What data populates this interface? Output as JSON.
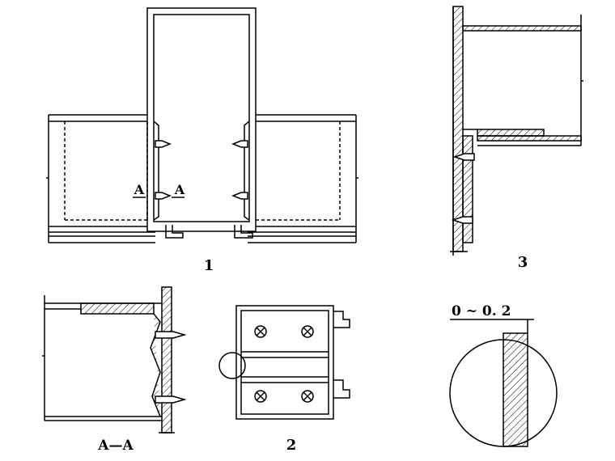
{
  "labels": {
    "figure_1": "1",
    "figure_2": "2",
    "figure_3": "3",
    "section_left": "A",
    "section_right": "A",
    "section_view": "A—A",
    "tolerance": "0 ~ 0. 2"
  }
}
